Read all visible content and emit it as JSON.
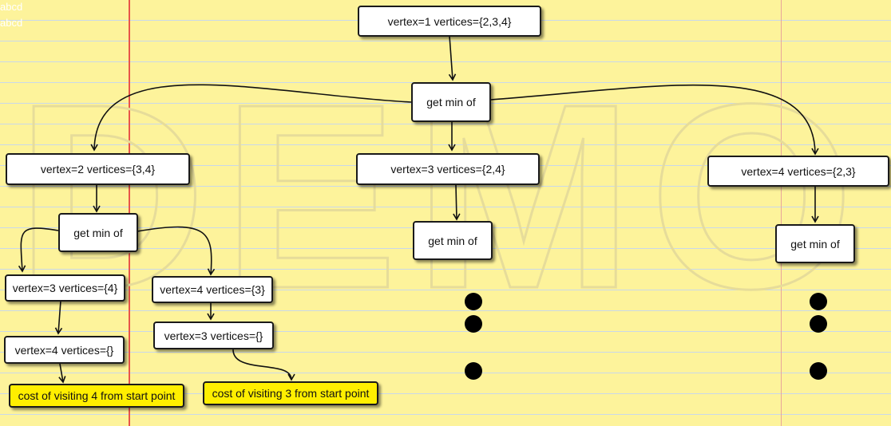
{
  "corner": {
    "line1": "abcd",
    "line2": "abcd"
  },
  "watermark": {
    "text": "DEMO"
  },
  "nodes": {
    "root": "vertex=1 vertices={2,3,4}",
    "get_min_top": "get min of",
    "v2": "vertex=2 vertices={3,4}",
    "v3": "vertex=3 vertices={2,4}",
    "v4": "vertex=4 vertices={2,3}",
    "get_min_v2": "get min of",
    "get_min_v3": "get min of",
    "get_min_v4": "get min of",
    "v2_v3": "vertex=3 vertices={4}",
    "v2_v4": "vertex=4 vertices={3}",
    "v2_v3_v4": "vertex=4 vertices={}",
    "v2_v4_v3": "vertex=3 vertices={}",
    "cost4": "cost of visiting 4 from start point",
    "cost3": "cost of visiting 3 from start point"
  },
  "colors": {
    "paper": "#fdf39b",
    "rule_line": "#c9d8ea",
    "margin_line": "#e8554a",
    "cost_box": "#ffef00"
  }
}
